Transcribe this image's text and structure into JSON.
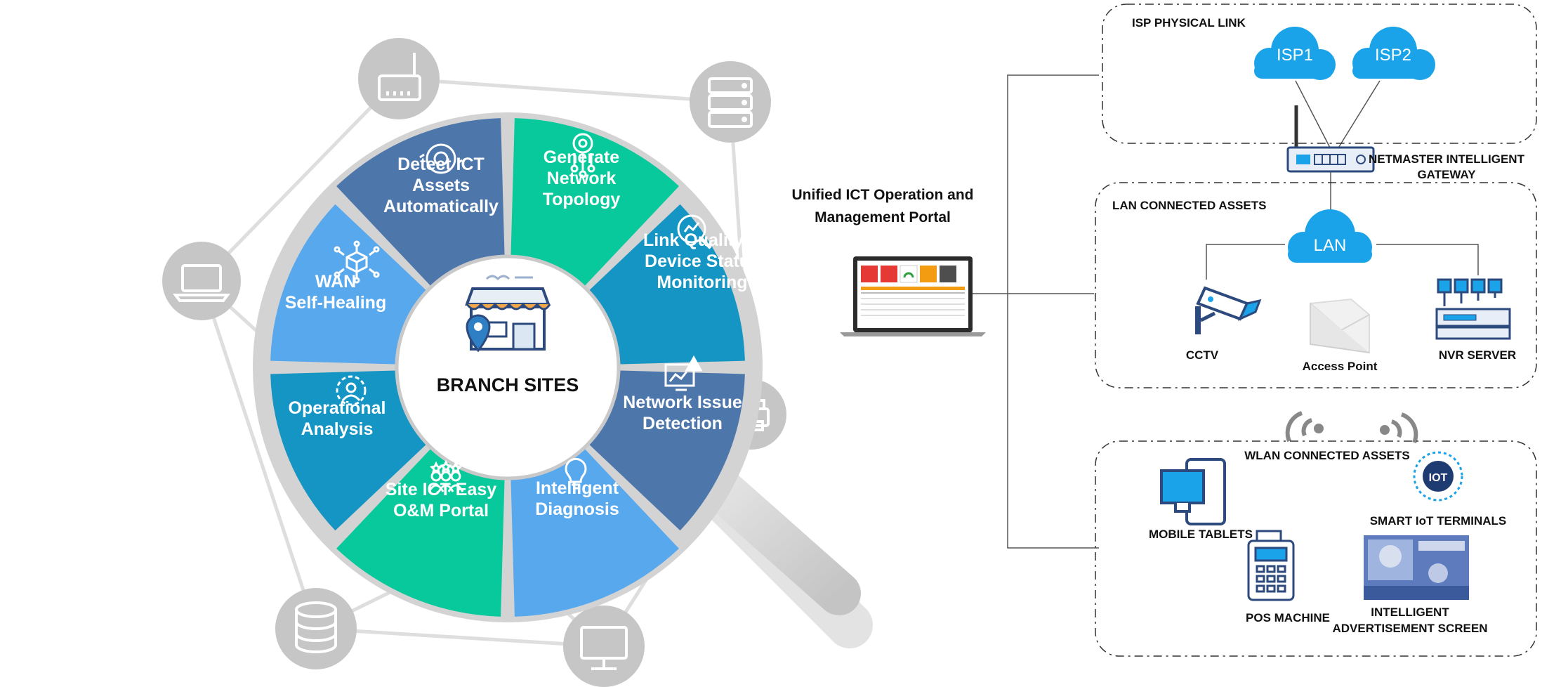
{
  "wheel": {
    "center": "BRANCH SITES",
    "segments": [
      {
        "lines": [
          "Detect ICT",
          "Assets",
          "Automatically"
        ],
        "color": "#4d77ab",
        "icon": "gear-cycle-icon"
      },
      {
        "lines": [
          "Generate",
          "Network",
          "Topology"
        ],
        "color": "#07c99b",
        "icon": "topology-icon"
      },
      {
        "lines": [
          "Link Quality &",
          "Device Status",
          "Monitoring"
        ],
        "color": "#1595c3",
        "icon": "magnifier-chart-icon"
      },
      {
        "lines": [
          "Network Issue",
          "Detection"
        ],
        "color": "#4d77ab",
        "icon": "alert-chart-icon"
      },
      {
        "lines": [
          "Intelligent",
          "Diagnosis"
        ],
        "color": "#58a8ee",
        "icon": "lightbulb-icon"
      },
      {
        "lines": [
          "Site ICT Easy",
          "O&M Portal"
        ],
        "color": "#07c99b",
        "icon": "team-stars-icon"
      },
      {
        "lines": [
          "Operational",
          "Analysis"
        ],
        "color": "#1595c3",
        "icon": "gear-person-icon"
      },
      {
        "lines": [
          "WAN",
          "Self-Healing"
        ],
        "color": "#58a8ee",
        "icon": "cube-network-icon"
      }
    ]
  },
  "portal": {
    "title_lines": [
      "Unified ICT Operation and",
      "Management Portal"
    ]
  },
  "isp": {
    "title": "ISP  PHYSICAL LINK",
    "cloud1": "ISP1",
    "cloud2": "ISP2"
  },
  "gateway": {
    "lines": [
      "NETMASTER INTELLIGENT",
      "GATEWAY"
    ]
  },
  "lan": {
    "title": "LAN CONNECTED ASSETS",
    "cloud": "LAN",
    "cctv": "CCTV",
    "ap": "Access Point",
    "nvr": "NVR SERVER"
  },
  "wlan": {
    "title": "WLAN CONNECTED ASSETS",
    "tablets": "MOBILE TABLETS",
    "iot": "SMART IoT TERMINALS",
    "iot_badge": "IOT",
    "pos": "POS MACHINE",
    "ad_lines": [
      "INTELLIGENT",
      "ADVERTISEMENT SCREEN"
    ]
  }
}
